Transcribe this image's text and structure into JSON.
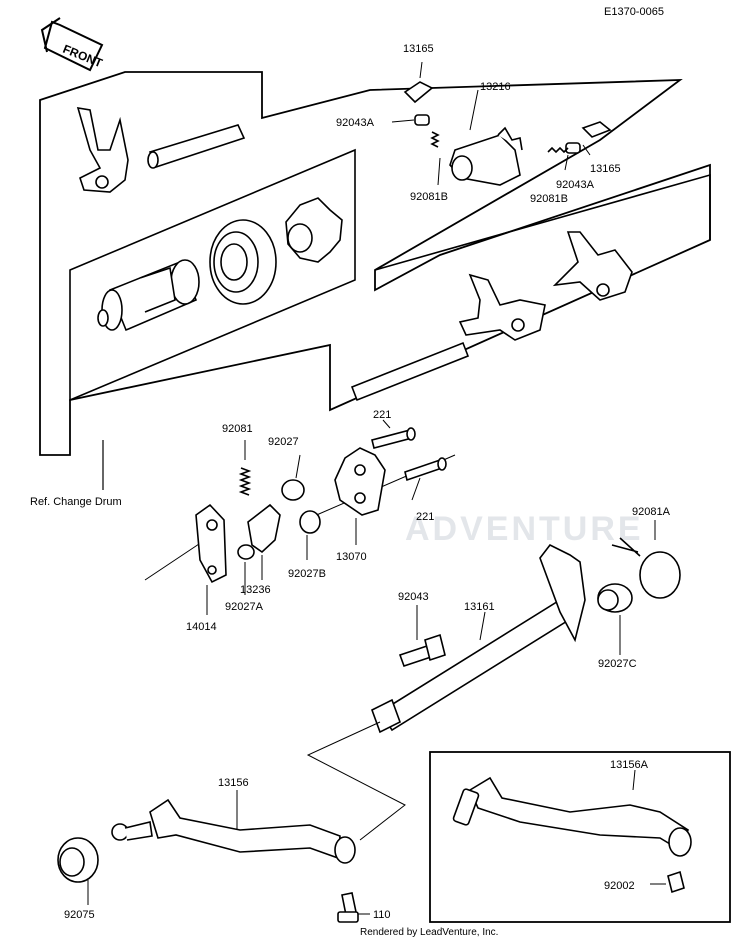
{
  "diagram_code": "E1370-0065",
  "front_label": "FRONT",
  "ref_label": "Ref.  Change Drum",
  "watermark": "ADVENTURE",
  "footer": "Rendered by LeadVenture, Inc.",
  "parts": {
    "p13165_top": "13165",
    "p13216": "13216",
    "p92043A_left": "92043A",
    "p92081B_left": "92081B",
    "p13165_right": "13165",
    "p92043A_right": "92043A",
    "p92081B_right": "92081B",
    "p221_top": "221",
    "p221_bottom": "221",
    "p92081": "92081",
    "p92027": "92027",
    "p13070": "13070",
    "p92027B": "92027B",
    "p13236": "13236",
    "p92027A": "92027A",
    "p14014": "14014",
    "p92081A": "92081A",
    "p92043": "92043",
    "p13161": "13161",
    "p92027C": "92027C",
    "p13156": "13156",
    "p13156A": "13156A",
    "p92002": "92002",
    "p92075": "92075",
    "p110": "110"
  }
}
